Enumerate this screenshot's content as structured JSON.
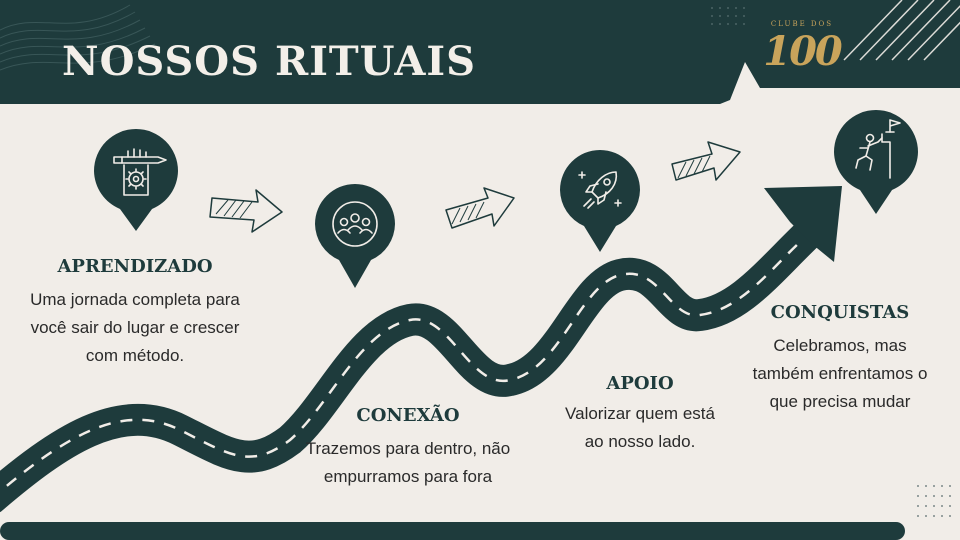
{
  "page": {
    "title": "NOSSOS RITUAIS",
    "logo_top": "CLUBE DOS",
    "logo_number": "100"
  },
  "steps": [
    {
      "title": "APRENDIZADO",
      "description": "Uma jornada completa para você sair do lugar e crescer com método.",
      "icon": "hand-gear-pencil-icon"
    },
    {
      "title": "CONEXÃO",
      "description": "Trazemos para dentro, não empurramos para fora",
      "icon": "group-people-icon"
    },
    {
      "title": "APOIO",
      "description": "Valorizar quem está ao nosso lado.",
      "icon": "rocket-icon"
    },
    {
      "title": "CONQUISTAS",
      "description": "Celebramos, mas também enfrentamos o que precisa mudar",
      "icon": "climber-flag-icon"
    }
  ],
  "colors": {
    "primary": "#1e3b3c",
    "background": "#f1ede8",
    "accent_gold": "#c9a45b",
    "text": "#2a2a2a"
  }
}
